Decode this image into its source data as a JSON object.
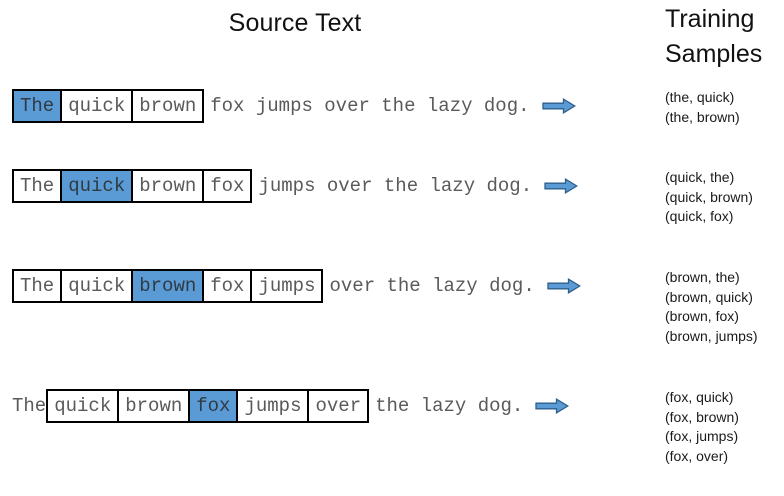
{
  "headings": {
    "source_text": "Source Text",
    "training_samples_line1": "Training",
    "training_samples_line2": "Samples"
  },
  "colors": {
    "highlight_blue": "#5B9BD5",
    "arrow_fill": "#5B9BD5",
    "arrow_stroke": "#2E5F8A",
    "box_border": "#000000",
    "sentence_text": "#5A5A5A",
    "heading_text": "#111111"
  },
  "sentence": "The quick brown fox jumps over the lazy dog.",
  "icons": {
    "arrow": "right-block-arrow"
  },
  "rows": [
    {
      "id": "row-1",
      "lead": "",
      "boxes": [
        {
          "text": "The",
          "highlight": true
        },
        {
          "text": "quick",
          "highlight": false
        },
        {
          "text": "brown",
          "highlight": false
        }
      ],
      "tail": "fox jumps over the lazy dog.",
      "samples": [
        "(the, quick)",
        "(the, brown)"
      ]
    },
    {
      "id": "row-2",
      "lead": "",
      "boxes": [
        {
          "text": "The",
          "highlight": false
        },
        {
          "text": "quick",
          "highlight": true
        },
        {
          "text": "brown",
          "highlight": false
        },
        {
          "text": "fox",
          "highlight": false
        }
      ],
      "tail": "jumps over the lazy dog.",
      "samples": [
        "(quick, the)",
        "(quick, brown)",
        "(quick, fox)"
      ]
    },
    {
      "id": "row-3",
      "lead": "",
      "boxes": [
        {
          "text": "The",
          "highlight": false
        },
        {
          "text": "quick",
          "highlight": false
        },
        {
          "text": "brown",
          "highlight": true
        },
        {
          "text": "fox",
          "highlight": false
        },
        {
          "text": "jumps",
          "highlight": false
        }
      ],
      "tail": "over the lazy dog.",
      "samples": [
        "(brown, the)",
        "(brown, quick)",
        "(brown, fox)",
        "(brown, jumps)"
      ]
    },
    {
      "id": "row-4",
      "lead": "The",
      "boxes": [
        {
          "text": "quick",
          "highlight": false
        },
        {
          "text": "brown",
          "highlight": false
        },
        {
          "text": "fox",
          "highlight": true
        },
        {
          "text": "jumps",
          "highlight": false
        },
        {
          "text": "over",
          "highlight": false
        }
      ],
      "tail": "the lazy dog.",
      "samples": [
        "(fox, quick)",
        "(fox, brown)",
        "(fox, jumps)",
        "(fox, over)"
      ]
    }
  ]
}
